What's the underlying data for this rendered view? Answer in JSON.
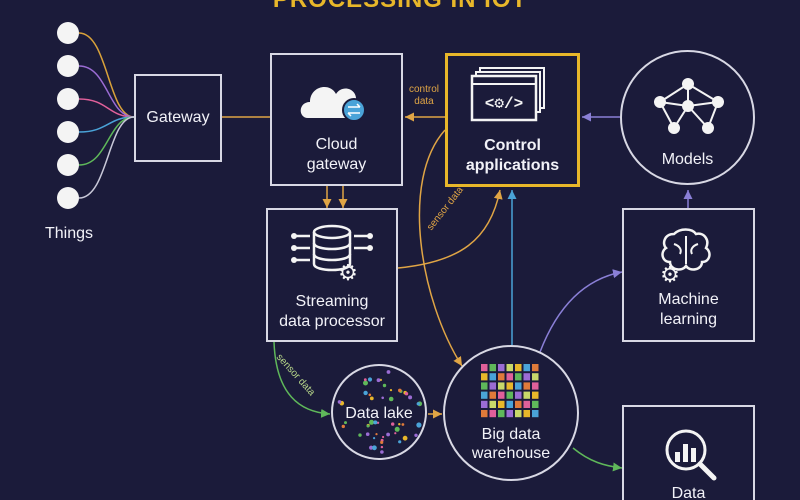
{
  "title": "PROCESSING IN IOT",
  "nodes": {
    "things": "Things",
    "gateway": "Gateway",
    "cloud_gateway": [
      "Cloud",
      "gateway"
    ],
    "control_apps": [
      "Control",
      "applications"
    ],
    "models": "Models",
    "streaming": [
      "Streaming",
      "data processor"
    ],
    "machine_learning": [
      "Machine",
      "learning"
    ],
    "data_lake": "Data lake",
    "warehouse": [
      "Big data",
      "warehouse"
    ],
    "data_partial": "Data"
  },
  "edge_labels": {
    "control_data": [
      "control",
      "data"
    ],
    "sensor_data_1": "sensor data",
    "sensor_data_2": "sensor data"
  },
  "colors": {
    "background": "#1b1b3a",
    "accent": "#e8b72a",
    "arrow_orange": "#e0a545",
    "arrow_blue": "#4aa3d8",
    "arrow_green": "#5fb85a",
    "arrow_purple": "#8a7fd6",
    "border": "#d8d8e4"
  },
  "thing_wire_colors": [
    "#d9a23a",
    "#9b6cd4",
    "#e0609a",
    "#4aa3d8",
    "#5fb85a",
    "#c8c8d8"
  ],
  "icons": [
    "cloud-sync-icon",
    "code-window-icon",
    "neural-network-icon",
    "database-gear-icon",
    "brain-gear-icon",
    "dot-scatter-icon",
    "color-grid-icon",
    "chart-magnifier-icon"
  ]
}
